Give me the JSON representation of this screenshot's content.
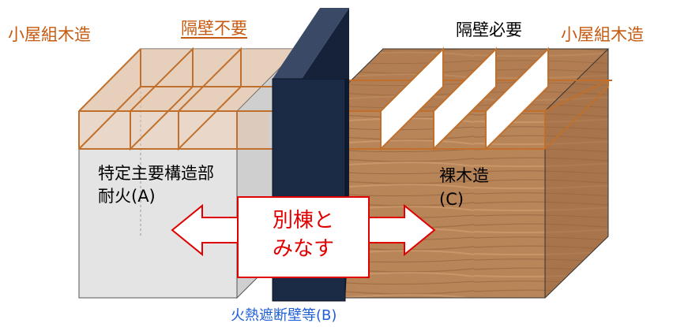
{
  "labels": {
    "roof_left": "小屋組木造",
    "partition_not_required": "隔壁不要",
    "partition_required": "隔壁必要",
    "roof_right": "小屋組木造",
    "left_line1": "特定主要構造部",
    "left_line2": "耐火(A)",
    "right_line1": "裸木造",
    "right_line2": "(C)",
    "wall": "火熱遮断壁等(B)"
  },
  "callout": {
    "line1": "別棟と",
    "line2": "みなす"
  },
  "colors": {
    "orange_text": "#c55a11",
    "roof_outline": "#c0702c",
    "wall_fill": "#1b2a45",
    "callout_red": "#e00000",
    "blue_text": "#1f5fd6",
    "left_box": "#e2e2e2",
    "wood": "#b88558"
  }
}
